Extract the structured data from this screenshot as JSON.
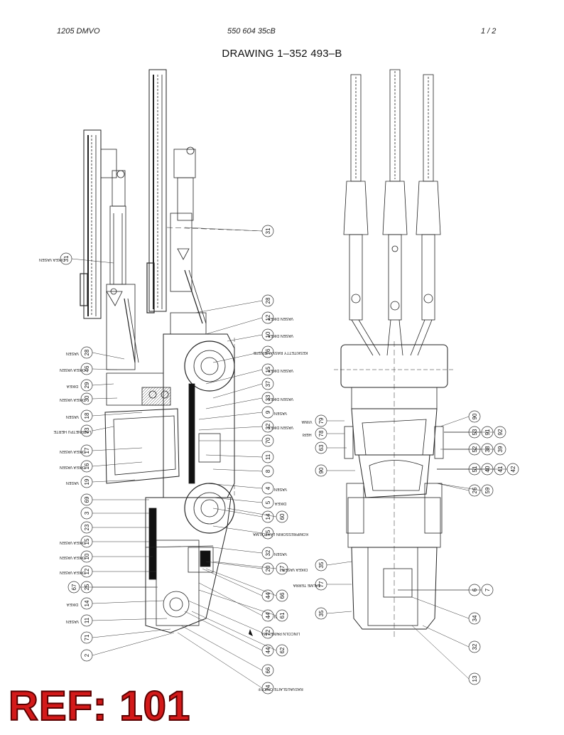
{
  "header": {
    "left": "1205 DMVO",
    "center": "550 604 35cB",
    "right": "1 /  2"
  },
  "title": "DRAWING 1–352 493–B",
  "ref_label": "REF: 101",
  "side_view": {
    "callouts_left": [
      {
        "num": "31",
        "text": "DIKEA VASEN"
      },
      {
        "num": "28",
        "text": "VASEN"
      },
      {
        "num": "46",
        "text": "DIKEA VASEN"
      },
      {
        "num": "29",
        "text": "DIKEA"
      },
      {
        "num": "30",
        "text": "DIKEA VASEN"
      },
      {
        "num": "18",
        "text": "VASEN"
      },
      {
        "num": "73",
        "text": "LAERNETPU HERTE"
      },
      {
        "num": "17",
        "text": "DIKEA VASEN"
      },
      {
        "num": "16",
        "text": "DIKEA VASEN"
      },
      {
        "num": "19",
        "text": "VASEN"
      },
      {
        "num": "69",
        "text": ""
      },
      {
        "num": "3",
        "text": ""
      },
      {
        "num": "23",
        "text": ""
      },
      {
        "num": "15",
        "text": "DIKEA VASEN"
      },
      {
        "num": "10",
        "text": "DIKEA VASEN"
      },
      {
        "num": "12",
        "text": "DIKEA VASEN"
      },
      {
        "num": "25",
        "text": ""
      },
      {
        "num": "67",
        "text": ""
      },
      {
        "num": "14",
        "text": "DIKEA"
      },
      {
        "num": "11",
        "text": "VASEN"
      },
      {
        "num": "71",
        "text": ""
      },
      {
        "num": "2",
        "text": ""
      }
    ],
    "callouts_right": [
      {
        "num": "31",
        "text": ""
      },
      {
        "num": "28",
        "text": ""
      },
      {
        "num": "12",
        "text": "VASEN DIKEA"
      },
      {
        "num": "10",
        "text": "VASEN DIKEA"
      },
      {
        "num": "76",
        "text": "KESKITETTY RASVAUSPISTE"
      },
      {
        "num": "15",
        "text": "VASEN DIKEA"
      },
      {
        "num": "37",
        "text": ""
      },
      {
        "num": "33",
        "text": "VASEN DIKEA"
      },
      {
        "num": "9",
        "text": "VASEN"
      },
      {
        "num": "32",
        "text": "VASEN DIKEA"
      },
      {
        "num": "70",
        "text": ""
      },
      {
        "num": "11",
        "text": ""
      },
      {
        "num": "8",
        "text": ""
      },
      {
        "num": "4",
        "text": "VASEN"
      },
      {
        "num": "5",
        "text": "DIKEA"
      },
      {
        "num": "14",
        "text": ""
      },
      {
        "num": "60",
        "text": ""
      },
      {
        "num": "75",
        "text": "KOMPRESSORIN LÄHTÖILMA"
      },
      {
        "num": "32",
        "text": "VASEN"
      },
      {
        "num": "20",
        "text": ""
      },
      {
        "num": "27",
        "text": "DIKEA VASEN"
      },
      {
        "num": "44",
        "text": ""
      },
      {
        "num": "66",
        "text": ""
      },
      {
        "num": "44",
        "text": "VASEN"
      },
      {
        "num": "61",
        "text": ""
      },
      {
        "num": "72",
        "text": "LINCOLN PAINEILMA"
      },
      {
        "num": "44",
        "text": ""
      },
      {
        "num": "62",
        "text": ""
      },
      {
        "num": "66",
        "text": ""
      },
      {
        "num": "74",
        "text": "RASVAUSLAITE ON/OFF"
      }
    ]
  },
  "top_view": {
    "callouts": [
      {
        "num": "79",
        "text": "VIIMA"
      },
      {
        "num": "78",
        "text": "HERI"
      },
      {
        "num": "63",
        "text": ""
      },
      {
        "num": "90",
        "text": ""
      },
      {
        "num": "90",
        "text": ""
      },
      {
        "num": "53",
        "text": ""
      },
      {
        "num": "91",
        "text": ""
      },
      {
        "num": "92",
        "text": ""
      },
      {
        "num": "52",
        "text": ""
      },
      {
        "num": "38",
        "text": ""
      },
      {
        "num": "39",
        "text": ""
      },
      {
        "num": "51",
        "text": ""
      },
      {
        "num": "40",
        "text": ""
      },
      {
        "num": "41",
        "text": ""
      },
      {
        "num": "42",
        "text": ""
      },
      {
        "num": "26",
        "text": ""
      },
      {
        "num": "59",
        "text": ""
      },
      {
        "num": "35",
        "text": ""
      },
      {
        "num": "77",
        "text": "SALME TERRA"
      },
      {
        "num": "6",
        "text": ""
      },
      {
        "num": "7",
        "text": ""
      },
      {
        "num": "35",
        "text": ""
      },
      {
        "num": "34",
        "text": ""
      },
      {
        "num": "32",
        "text": ""
      },
      {
        "num": "13",
        "text": ""
      }
    ]
  }
}
